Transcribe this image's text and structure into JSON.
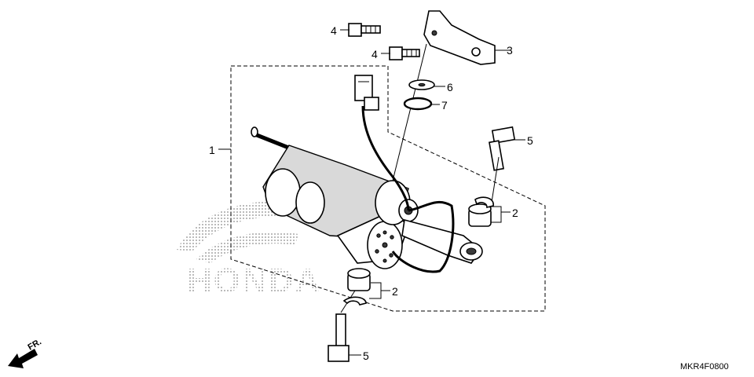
{
  "diagram": {
    "code": "MKR4F0800",
    "front_marker": "FR.",
    "watermark": "HONDA",
    "callouts": [
      {
        "id": "c1",
        "label": "1"
      },
      {
        "id": "c2a",
        "label": "2"
      },
      {
        "id": "c2b",
        "label": "2"
      },
      {
        "id": "c3",
        "label": "3"
      },
      {
        "id": "c4a",
        "label": "4"
      },
      {
        "id": "c4b",
        "label": "4"
      },
      {
        "id": "c5a",
        "label": "5"
      },
      {
        "id": "c5b",
        "label": "5"
      },
      {
        "id": "c6",
        "label": "6"
      },
      {
        "id": "c7",
        "label": "7"
      }
    ]
  }
}
